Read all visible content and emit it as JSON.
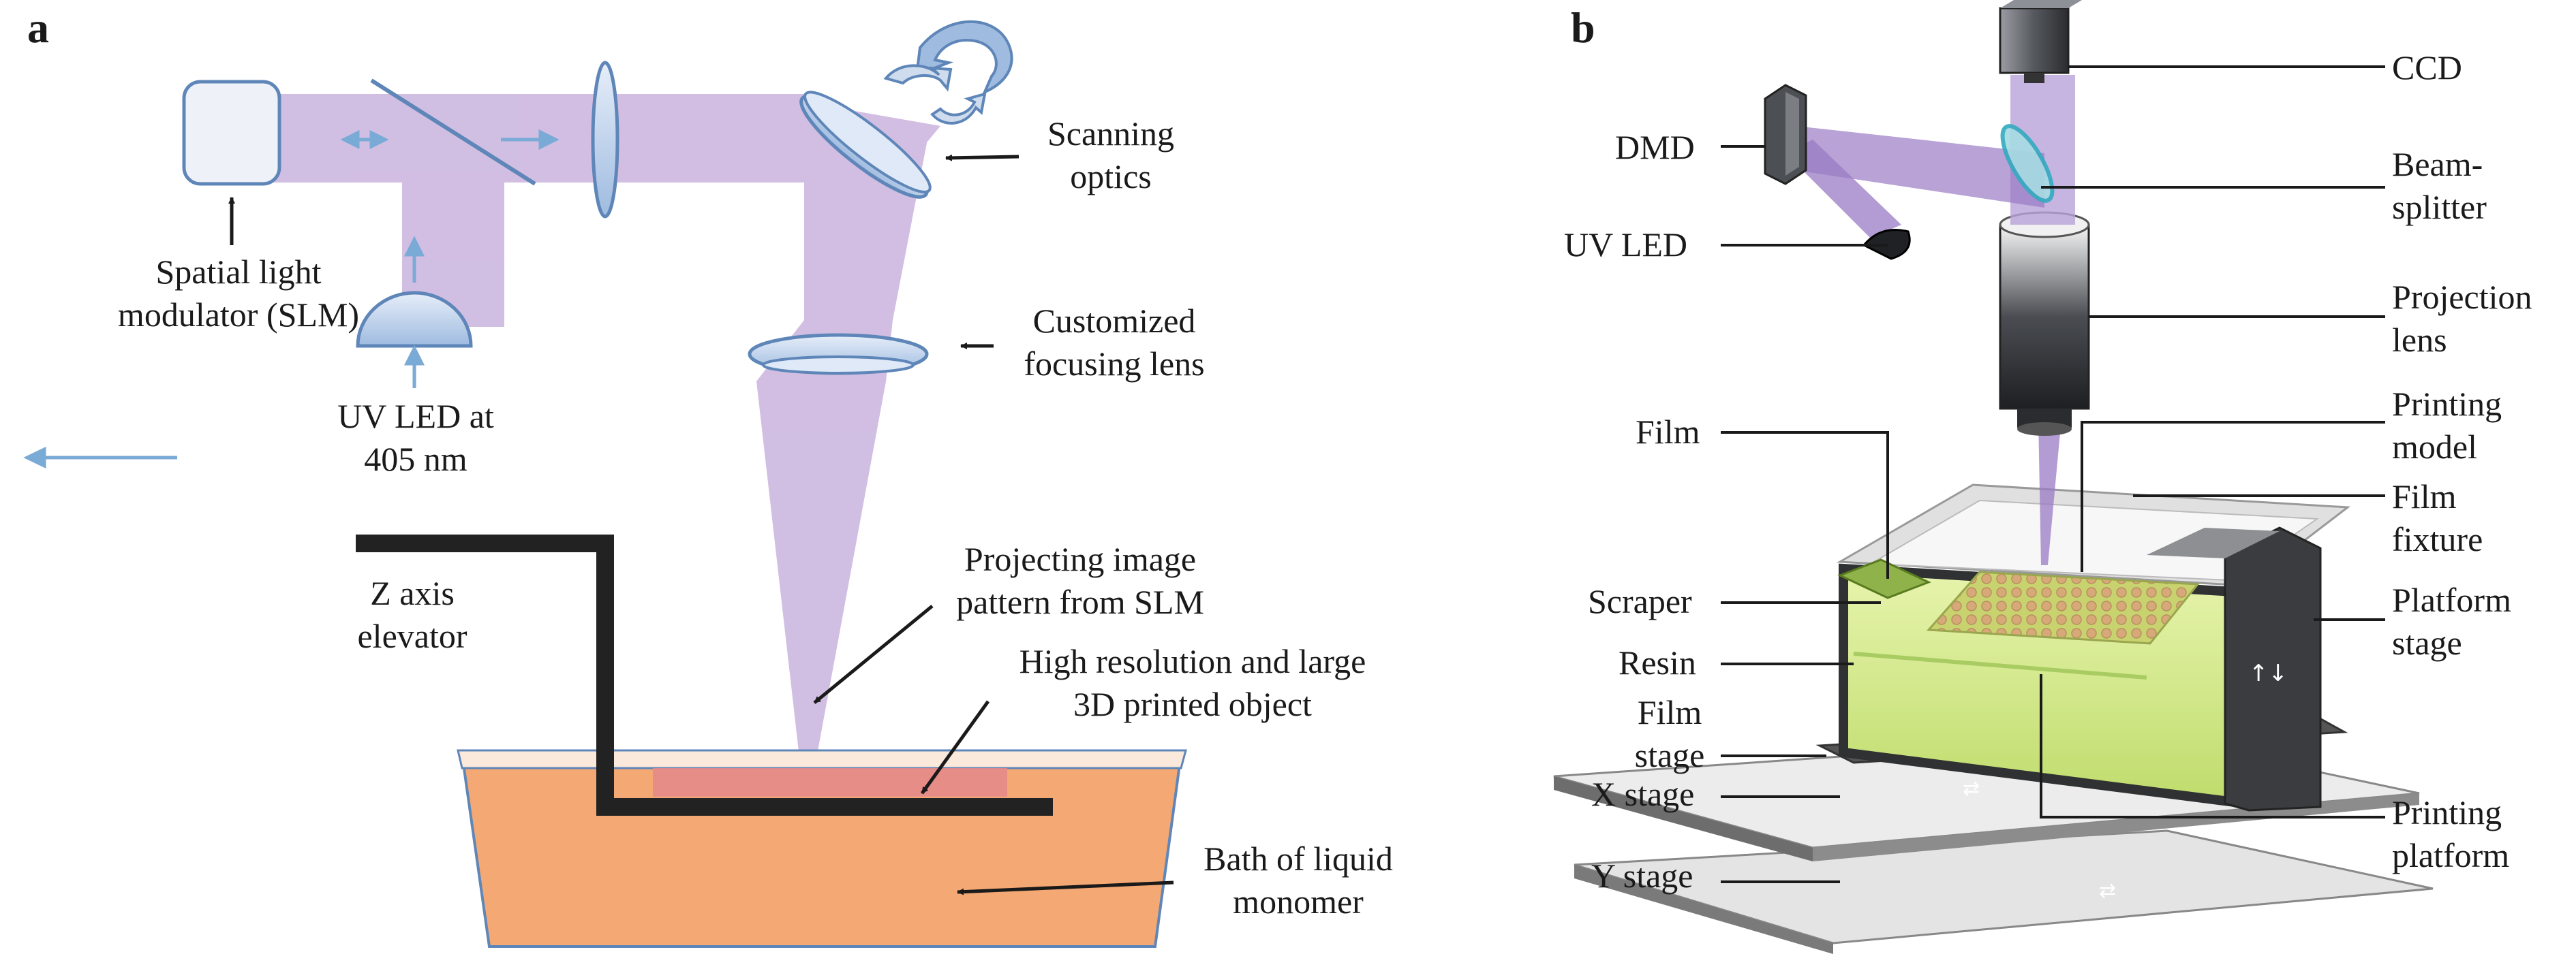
{
  "panels": {
    "a": {
      "letter": "a",
      "labels": {
        "slm_1": "Spatial light",
        "slm_2": "modulator (SLM)",
        "uv_1": "UV LED at",
        "uv_2": "405 nm",
        "scan_1": "Scanning",
        "scan_2": "optics",
        "lens_1": "Customized",
        "lens_2": "focusing lens",
        "z_1": "Z axis",
        "z_2": "elevator",
        "proj_1": "Projecting image",
        "proj_2": "pattern from SLM",
        "obj_1": "High resolution and large",
        "obj_2": "3D printed object",
        "bath_1": "Bath of liquid",
        "bath_2": "monomer"
      }
    },
    "b": {
      "letter": "b",
      "labels": {
        "ccd": "CCD",
        "dmd": "DMD",
        "uvled": "UV LED",
        "bs_1": "Beam-",
        "bs_2": "splitter",
        "pl_1": "Projection",
        "pl_2": "lens",
        "film": "Film",
        "pm_1": "Printing",
        "pm_2": "model",
        "ff_1": "Film",
        "ff_2": "fixture",
        "scraper": "Scraper",
        "resin": "Resin",
        "ps_1": "Platform",
        "ps_2": "stage",
        "fs_1": "Film",
        "fs_2": "stage",
        "xstage": "X stage",
        "ystage": "Y stage",
        "pp_1": "Printing",
        "pp_2": "platform"
      }
    }
  },
  "colors": {
    "beam": "#c9b3de",
    "beam_dark": "#9a7bc4",
    "optic_blue": "#b9cde8",
    "optic_edge": "#5f86b8",
    "arrow_blue": "#7aaad6",
    "monomer": "#f4a873",
    "object_pink": "#e58a8a",
    "elevator": "#222222",
    "resin": "#d8ec8f",
    "frame_dark": "#2f3133",
    "stage_grey": "#d9d9d9"
  }
}
